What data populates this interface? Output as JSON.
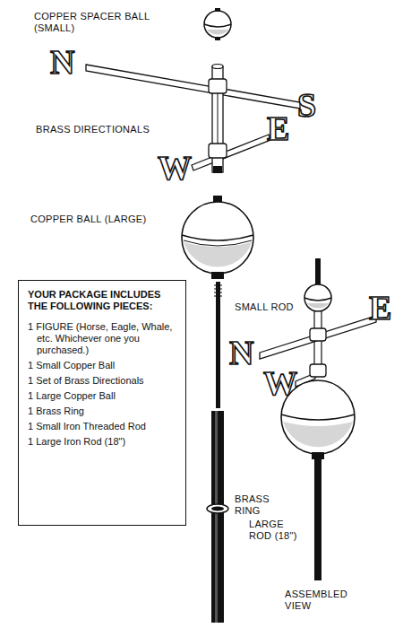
{
  "diagram": {
    "nodes": [
      {
        "text": [
          "YOUR PACKAGE INCLUDES THE FOLLOWING PIECES:",
          "1 FIGURE (Horse, Eagle, Whale, etc. Whichever one you purchased.)",
          "1 Small Copper Ball",
          "1 Set of Brass Directionals",
          "1 Large Copper Ball",
          "1 Brass Ring",
          "1 Small Iron Threaded Rod",
          "1 Large Iron Rod (18\")"
        ]
      }
    ],
    "edges": [],
    "labels": [
      "COPPER SPACER BALL (SMALL)",
      "N",
      "S",
      "BRASS DIRECTIONALS",
      "W",
      "E",
      "COPPER BALL (LARGE)",
      "SMALL ROD",
      "BRASS RING",
      "LARGE ROD (18\")",
      "N",
      "E",
      "W",
      "ASSEMBLED VIEW"
    ]
  }
}
